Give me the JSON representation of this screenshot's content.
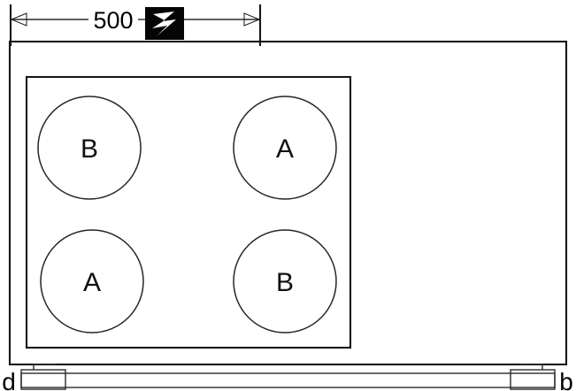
{
  "drawing": {
    "title": "Cooktop cutout dimension drawing",
    "background_color": "#ffffff",
    "line_color": "#1a1a1a"
  },
  "dimension_top": {
    "value": "500",
    "units_shown": false,
    "arrow_left_name": "left-arrowhead",
    "arrow_right_name": "right-arrowhead",
    "break_symbol": {
      "name": "break-symbol",
      "style": "black-square-with-white-zigzag",
      "box_color": "#050505",
      "mark_color": "#ffffff"
    }
  },
  "outer_panel": {
    "label": "outer-panel-outline"
  },
  "inner_cutout": {
    "label": "inner-cutout-outline"
  },
  "burners": [
    {
      "position": "top-left",
      "label": "B"
    },
    {
      "position": "top-right",
      "label": "A"
    },
    {
      "position": "bottom-left",
      "label": "A"
    },
    {
      "position": "bottom-right",
      "label": "B"
    }
  ],
  "bottom_bar": {
    "name": "bottom-dimension-bar",
    "left_glyph": "d",
    "right_glyph": "b",
    "left_cap_name": "left-end-cap",
    "right_cap_name": "right-end-cap"
  }
}
